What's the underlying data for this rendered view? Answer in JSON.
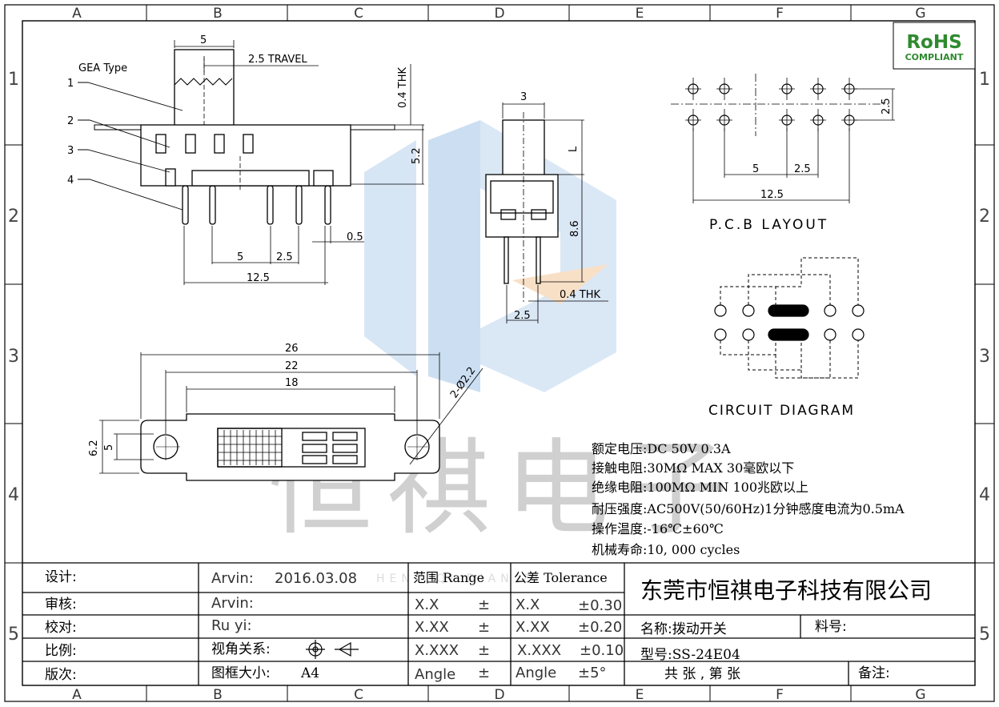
{
  "frame": {
    "col_labels": [
      "A",
      "B",
      "C",
      "D",
      "E",
      "F",
      "G"
    ],
    "row_labels": [
      "1",
      "2",
      "3",
      "4",
      "5"
    ]
  },
  "rohs": {
    "line1": "RoHS",
    "line2": "COMPLIANT"
  },
  "side_view": {
    "type_label": "GEA Type",
    "callouts": [
      "1",
      "2",
      "3",
      "4"
    ],
    "dim_top": "5",
    "dim_travel": "2.5 TRAVEL",
    "dim_thk": "0.4 THK",
    "dim_height": "5.2",
    "dim_pin": "0.5",
    "dim_5": "5",
    "dim_25": "2.5",
    "dim_125": "12.5"
  },
  "end_view": {
    "dim_width": "3",
    "dim_L": "L",
    "dim_height": "8.6",
    "dim_thk": "0.4 THK",
    "dim_pitch": "2.5"
  },
  "pcb": {
    "dim_row": "2.5",
    "dim_5": "5",
    "dim_25": "2.5",
    "dim_125": "12.5",
    "title": "P.C.B LAYOUT"
  },
  "circuit": {
    "title": "CIRCUIT DIAGRAM"
  },
  "top_view": {
    "dim_26": "26",
    "dim_22": "22",
    "dim_18": "18",
    "dim_hole": "2-Ø2.2",
    "dim_62": "6.2",
    "dim_5": "5"
  },
  "specs": [
    "额定电压:DC 50V 0.3A",
    "接触电阻:30MΩ MAX 30毫欧以下",
    "绝缘电阻:100MΩ MIN 100兆欧以上",
    "耐压强度:AC500V(50/60Hz)1分钟感度电流为0.5mA",
    "操作温度:-16℃±60℃",
    "机械寿命:10, 000 cycles"
  ],
  "watermark": {
    "text": "恒祺电子",
    "sub": "HENG QI DIAN ZI"
  },
  "title_block": {
    "design_label": "设计:",
    "design_value": "Arvin:",
    "design_date": "2016.03.08",
    "review_label": "审核:",
    "review_value": "Arvin:",
    "check_label": "校对:",
    "check_value": "Ru yi:",
    "scale_label": "比例:",
    "view_label": "视角关系:",
    "version_label": "版次:",
    "frame_label": "图框大小:",
    "frame_value": "A4",
    "range_header": "范围 Range",
    "tol_header": "公差 Tolerance",
    "ranges": [
      "X.X",
      "X.XX",
      "X.XXX",
      "Angle"
    ],
    "pm": [
      "±",
      "±",
      "±",
      "±"
    ],
    "tol_names": [
      "X.X",
      "X.XX",
      "X.XXX",
      "Angle"
    ],
    "tol_values": [
      "±0.30",
      "±0.20",
      "±0.10",
      "±5°"
    ],
    "company": "东莞市恒祺电子科技有限公司",
    "name_label": "名称:拨动开关",
    "part_no_label": "料号:",
    "model_label": "型号:SS-24E04",
    "sheet_label": "共  张 , 第  张",
    "remark_label": "备注:"
  },
  "colors": {
    "line": "#000000",
    "watermark_blue": "#cfe0f3",
    "watermark_orange": "#f7dcc0",
    "watermark_gray": "#d4d4d4",
    "rohs_green": "#2f8a2f"
  }
}
